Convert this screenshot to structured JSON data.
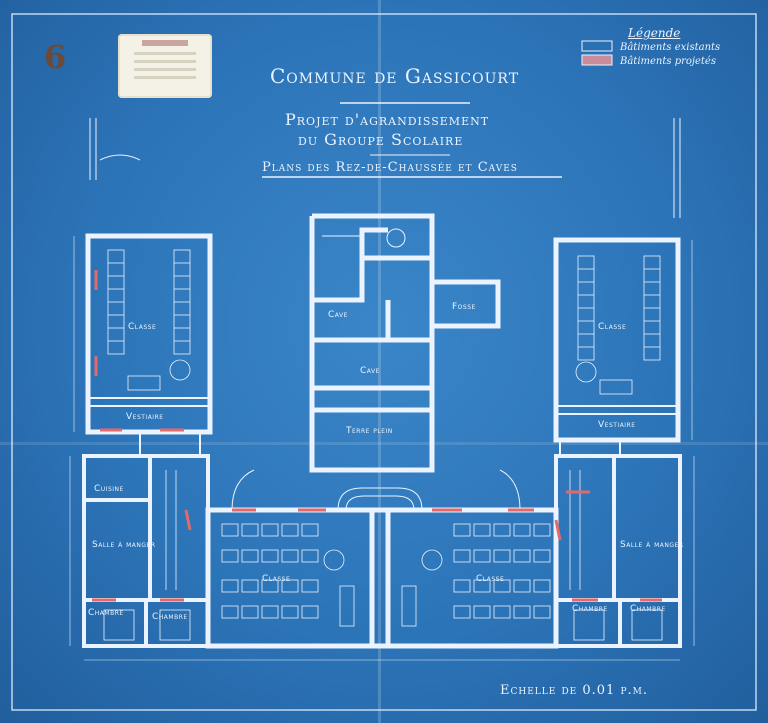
{
  "sheet_number": "6",
  "title": {
    "commune": "Commune de Gassicourt",
    "project_line1": "Projet d'agrandissement",
    "project_line2": "du Groupe Scolaire",
    "plans": "Plans des Rez-de-Chaussée et Caves"
  },
  "legend": {
    "heading": "Légende",
    "existing": "Bâtiments existants",
    "proposed": "Bâtiments projetés"
  },
  "rooms": {
    "classe_nw": "Classe",
    "classe_ne": "Classe",
    "classe_sw": "Classe",
    "classe_se": "Classe",
    "vestiaire_w": "Vestiaire",
    "vestiaire_e": "Vestiaire",
    "cuisine": "Cuisine",
    "salle_manger_w": "Salle à manger",
    "salle_manger_e": "Salle à manger",
    "chambre_1": "Chambre",
    "chambre_2": "Chambre",
    "chambre_3": "Chambre",
    "chambre_4": "Chambre",
    "cave_1": "Cave",
    "cave_2": "Cave",
    "fosse": "Fosse",
    "terre_plein": "Terre plein"
  },
  "scale_text": "Echelle de 0.01 p.m.",
  "colors": {
    "paper": "#2c74b8",
    "ink": "#eaf3ff",
    "proposed": "#e46a6a"
  }
}
